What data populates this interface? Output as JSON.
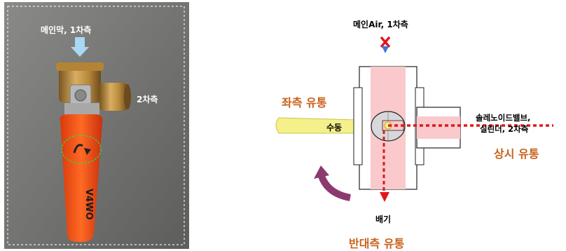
{
  "photo": {
    "label_main": "메인막, 1차측",
    "label_secondary": "2차측",
    "handle_text": "V4WO"
  },
  "diagram": {
    "label_main_air": "메인Air, 1차측",
    "label_left_flow": "좌측 유통",
    "label_manual": "수동",
    "label_solenoid_line1": "솔레노이드밸브,",
    "label_solenoid_line2": "실린더, 2차측",
    "label_normal_flow": "상시 유통",
    "label_exhaust": "배기",
    "label_opposite_flow": "반대측 유통"
  },
  "colors": {
    "body_pink": "#f9c9cc",
    "flow_red": "#e0181c",
    "label_orange": "#c8621c",
    "manual_yellow": "#f5f08a",
    "rotate_purple": "#8c3a6e",
    "handle_orange": "#ff5a1a",
    "brass": "#c99a4a"
  },
  "icons": [
    "x-mark-icon",
    "down-arrow-icon",
    "rotate-arrow-icon",
    "down-arrow-photo-icon"
  ]
}
